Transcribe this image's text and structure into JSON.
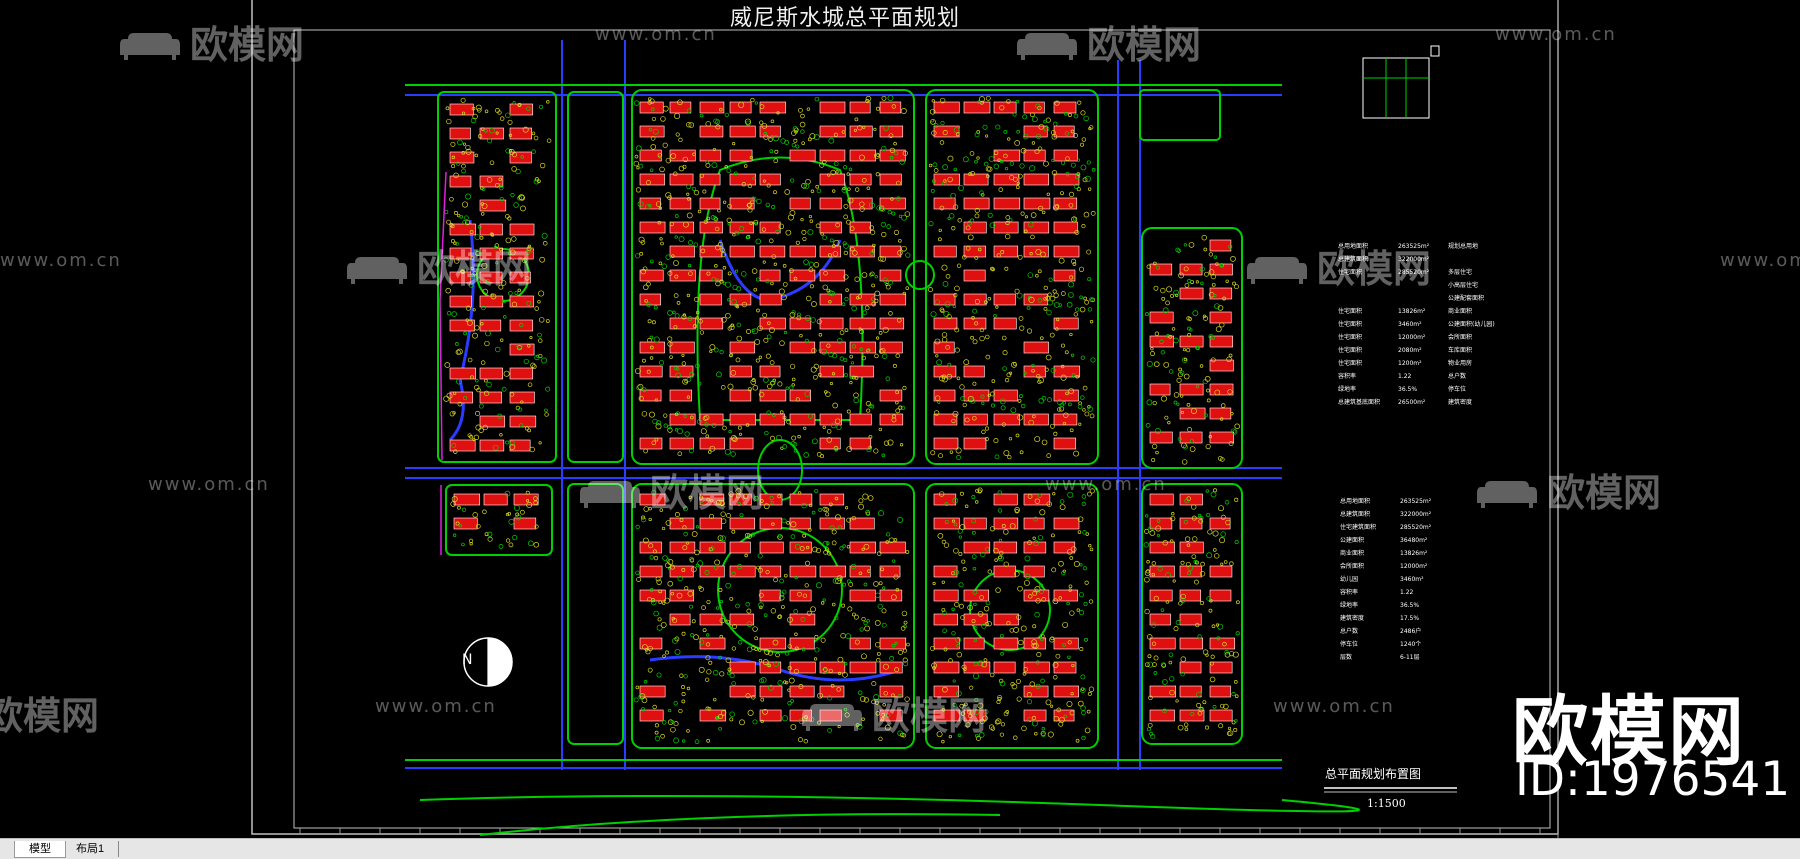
{
  "drawing": {
    "title": "威尼斯水城总平面规划",
    "caption": "总平面规划布置图",
    "scale": "1:1500"
  },
  "legend_top": [
    {
      "k": "总用地面积",
      "v": "263525m²",
      "u": "规划总用地"
    },
    {
      "k": "总建筑面积",
      "v": "322000m²",
      "u": ""
    },
    {
      "k": "住宅面积",
      "v": "285520m²",
      "u": "多层住宅"
    },
    {
      "k": "",
      "v": "",
      "u": "小高层住宅"
    },
    {
      "k": "",
      "v": "",
      "u": "公建配套面积"
    },
    {
      "k": "住宅面积",
      "v": "13826m²",
      "u": "商业面积"
    },
    {
      "k": "住宅面积",
      "v": "3460m²",
      "u": "公建面积(幼儿园)"
    },
    {
      "k": "住宅面积",
      "v": "12000m²",
      "u": "会所面积"
    },
    {
      "k": "住宅面积",
      "v": "2080m²",
      "u": "车库面积"
    },
    {
      "k": "住宅面积",
      "v": "1200m²",
      "u": "物业用房"
    },
    {
      "k": "容积率",
      "v": "1.22",
      "u": "总户数"
    },
    {
      "k": "绿地率",
      "v": "36.5%",
      "u": "停车位"
    },
    {
      "k": "总建筑基底面积",
      "v": "26500m²",
      "u": "建筑密度"
    }
  ],
  "legend_bottom": [
    {
      "k": "总用地面积",
      "v": "263525m²"
    },
    {
      "k": "总建筑面积",
      "v": "322000m²"
    },
    {
      "k": "住宅建筑面积",
      "v": "285520m²"
    },
    {
      "k": "公建面积",
      "v": "36480m²"
    },
    {
      "k": "商业面积",
      "v": "13826m²"
    },
    {
      "k": "会所面积",
      "v": "12000m²"
    },
    {
      "k": "幼儿园",
      "v": "3460m²"
    },
    {
      "k": "容积率",
      "v": "1.22"
    },
    {
      "k": "绿地率",
      "v": "36.5%"
    },
    {
      "k": "建筑密度",
      "v": "17.5%"
    },
    {
      "k": "总户数",
      "v": "2486户"
    },
    {
      "k": "停车位",
      "v": "1240个"
    },
    {
      "k": "层数",
      "v": "6-11层"
    }
  ],
  "watermarks": {
    "url": "www.om.cn",
    "logo": "欧模网",
    "logo_partial": "欧模网"
  },
  "brand": {
    "name": "欧模网",
    "id": "ID:1976541"
  },
  "north_arrow": {
    "label": "N"
  },
  "tabs": [
    {
      "label": "模型",
      "active": true
    },
    {
      "label": "布局1",
      "active": false
    }
  ],
  "colors": {
    "background": "#000000",
    "road_green": "#00d000",
    "road_blue": "#2040ff",
    "building_red": "#e01010",
    "tree_yellow": "#d8d820",
    "border": "#c0c0c0"
  }
}
